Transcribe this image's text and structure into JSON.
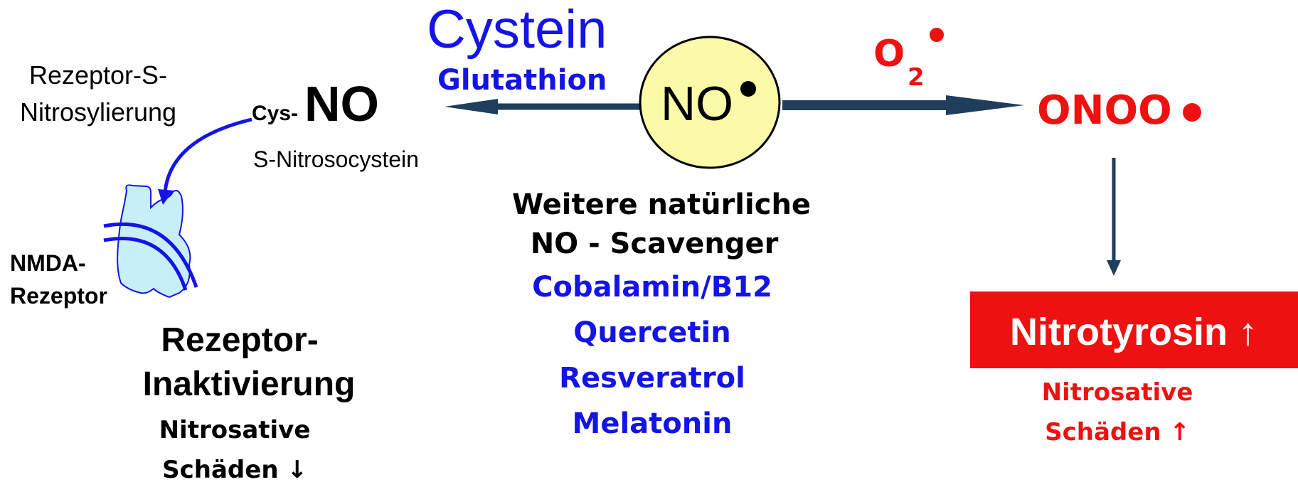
{
  "colors": {
    "blue": "#1414e6",
    "red": "#ee1111",
    "arrow": "#1f3d5c",
    "no_fill": "#fafaa8",
    "receptor_fill": "#c8eef8"
  },
  "center": {
    "no_label": "NO"
  },
  "left_arrow": {
    "main": "Cystein",
    "sub": "Glutathion"
  },
  "right_arrow": {
    "o2": "O",
    "o2_sub": "2",
    "product": "ONOO"
  },
  "left_side": {
    "process_line1": "Rezeptor-S-",
    "process_line2": "Nitrosylierung",
    "cys_prefix": "Cys-",
    "cys_no": "NO",
    "snitroso": "S-Nitrosocystein",
    "receptor_line1": "NMDA-",
    "receptor_line2": "Rezeptor",
    "inact_line1": "Rezeptor-",
    "inact_line2": "Inaktivierung",
    "damage_line1": "Nitrosative",
    "damage_line2": "Schäden ↓"
  },
  "scavengers": {
    "heading_line1": "Weitere natürliche",
    "heading_line2": "NO - Scavenger",
    "items": [
      "Cobalamin/B12",
      "Quercetin",
      "Resveratrol",
      "Melatonin"
    ]
  },
  "right_side": {
    "box_label": "Nitrotyrosin ↑",
    "damage_line1": "Nitrosative",
    "damage_line2": "Schäden ↑"
  }
}
